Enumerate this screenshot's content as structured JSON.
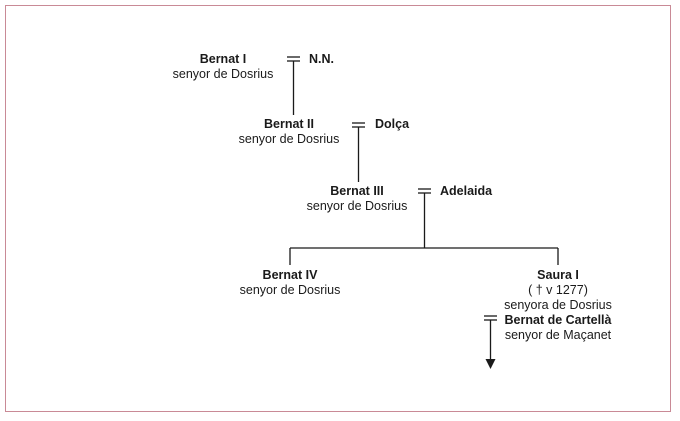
{
  "colors": {
    "border": "#c98a96",
    "line": "#1a1a1a",
    "text": "#1a1a1a"
  },
  "generations": [
    {
      "person": {
        "name": "Bernat I",
        "title": "senyor de Dosrius"
      },
      "spouse": "N.N."
    },
    {
      "person": {
        "name": "Bernat II",
        "title": "senyor de Dosrius"
      },
      "spouse": "Dolça"
    },
    {
      "person": {
        "name": "Bernat III",
        "title": "senyor de Dosrius"
      },
      "spouse": "Adelaida"
    }
  ],
  "children": [
    {
      "name": "Bernat IV",
      "title": "senyor de Dosrius"
    },
    {
      "name": "Saura I",
      "dates": "( † v 1277)",
      "title": "senyora de Dosrius",
      "spouse": {
        "name": "Bernat de Cartellà",
        "title": "senyor de Maçanet"
      }
    }
  ]
}
